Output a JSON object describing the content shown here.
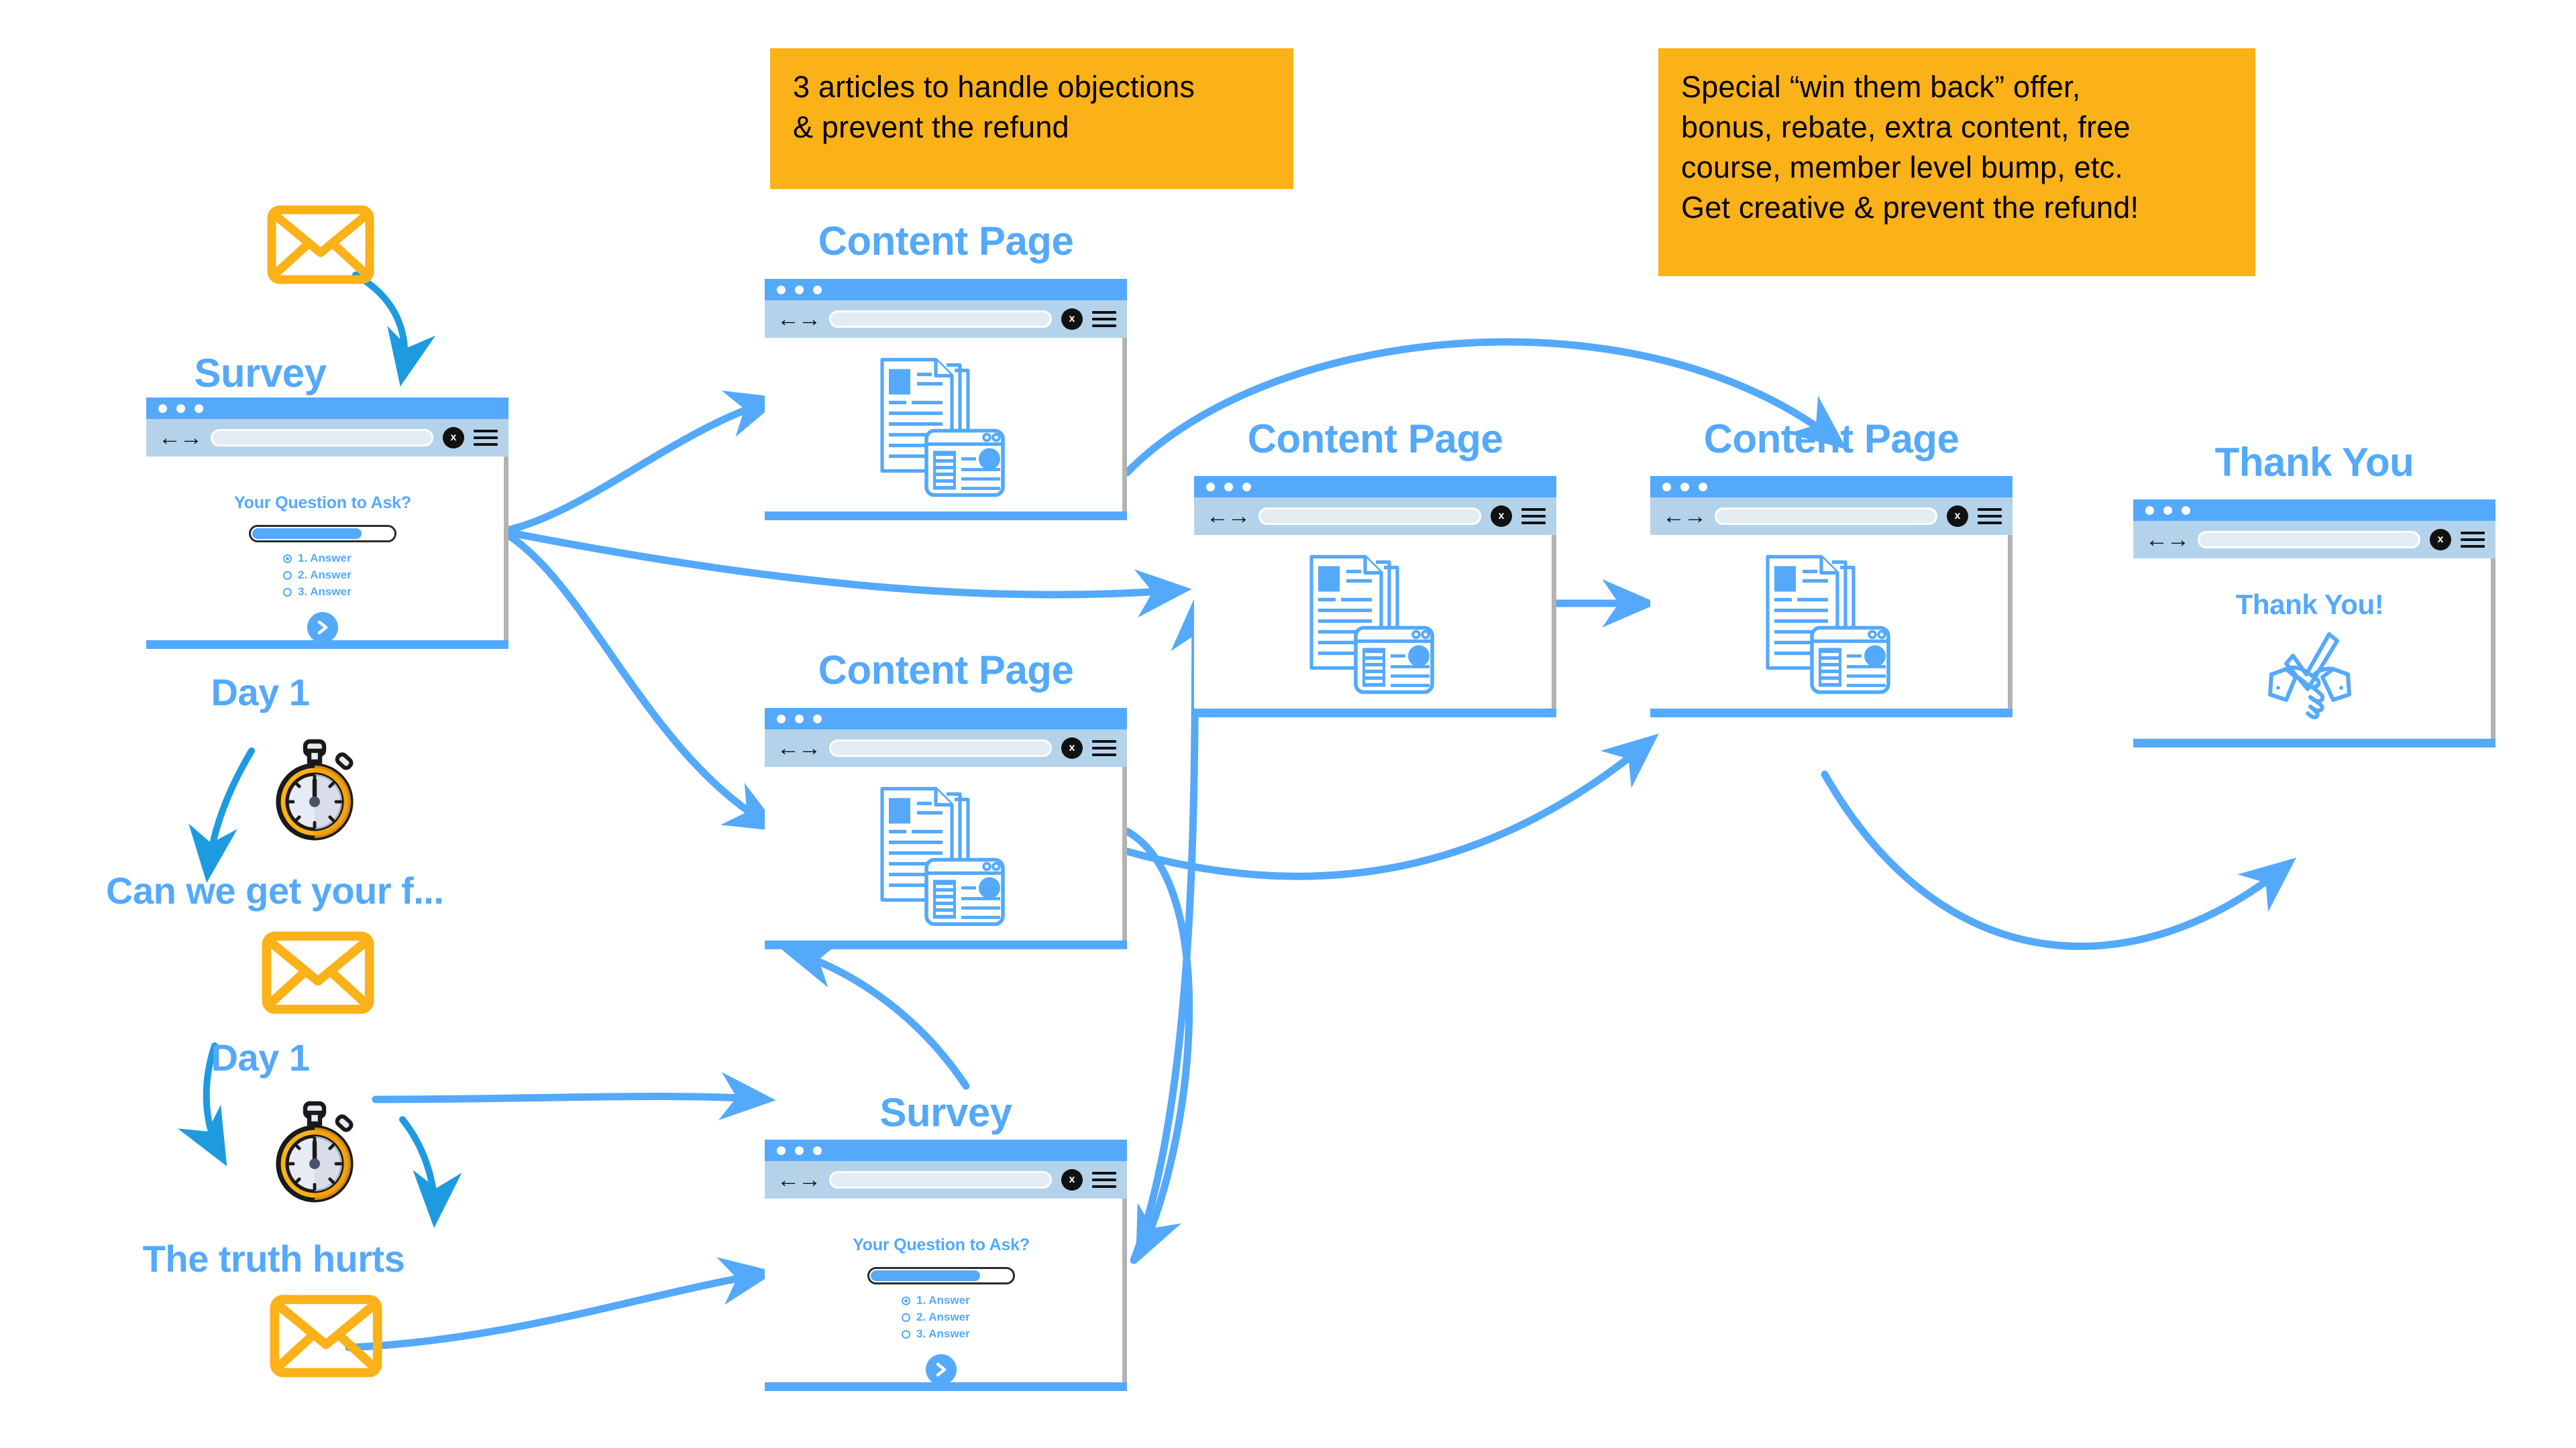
{
  "theme": {
    "accent_blue": "#54a9fb",
    "arrow_blue": "#54a9fb",
    "orange": "#fbb118",
    "envelope_orange": "#fbb118",
    "toolbar_blue": "#b4d3ea",
    "scrollbar_grey": "#b3b3b3",
    "background": "#ffffff",
    "text_black": "#000000"
  },
  "callouts": [
    {
      "id": "callout-articles",
      "text": "3 articles to handle objections\n& prevent the refund"
    },
    {
      "id": "callout-winback",
      "text": "Special “win them back” offer,\nbonus, rebate, extra content, free\ncourse, member level bump, etc.\nGet creative & prevent the refund!"
    }
  ],
  "left_column": {
    "envelope_top": "envelope-icon",
    "survey_title": "Survey",
    "day_label_1": "Day 1",
    "timer_icon_1": "stopwatch-icon",
    "email_subject_1": "Can we get your f...",
    "envelope_mid": "envelope-icon",
    "day_label_2": "Day 1",
    "timer_icon_2": "stopwatch-icon",
    "email_subject_2": "The truth hurts",
    "envelope_bottom": "envelope-icon"
  },
  "nodes": [
    {
      "id": "survey-1",
      "title": "Survey"
    },
    {
      "id": "content-1",
      "title": "Content Page"
    },
    {
      "id": "content-2",
      "title": "Content Page"
    },
    {
      "id": "content-3",
      "title": "Content Page"
    },
    {
      "id": "content-4",
      "title": "Content Page"
    },
    {
      "id": "survey-2",
      "title": "Survey"
    },
    {
      "id": "thankyou",
      "title": "Thank You"
    }
  ],
  "browser_chrome": {
    "dots": [
      "dot",
      "dot",
      "dot"
    ],
    "back_icon": "back-arrow-icon",
    "forward_icon": "forward-arrow-icon",
    "url_value": "",
    "url_placeholder": "",
    "close_label": "x",
    "menu_icon": "hamburger-menu-icon"
  },
  "survey_page": {
    "question": "Your Question to Ask?",
    "progress_percent": 76,
    "options": [
      {
        "label": "1. Answer",
        "selected": true
      },
      {
        "label": "2. Answer",
        "selected": false
      },
      {
        "label": "3. Answer",
        "selected": false
      }
    ],
    "next_icon": "chevron-right-icon"
  },
  "content_page": {
    "illustration": "documents-and-article-icon"
  },
  "thankyou_page": {
    "heading": "Thank You!",
    "illustration": "handshake-check-icon"
  }
}
